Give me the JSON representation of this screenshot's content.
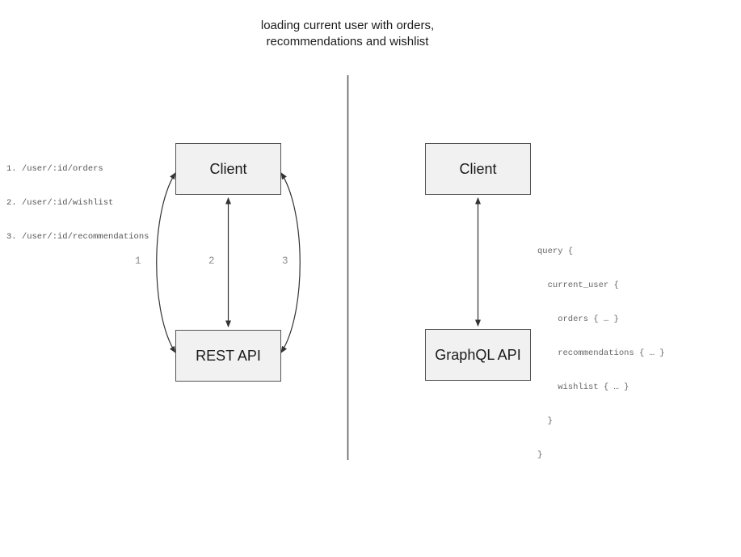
{
  "title": {
    "line1": "loading current user with orders,",
    "line2": "recommendations and wishlist"
  },
  "left_panel": {
    "endpoints": [
      "1. /user/:id/orders",
      "2. /user/:id/wishlist",
      "3. /user/:id/recommendations"
    ],
    "client_label": "Client",
    "api_label": "REST API",
    "arrow_labels": [
      "1",
      "2",
      "3"
    ]
  },
  "right_panel": {
    "client_label": "Client",
    "api_label": "GraphQL API",
    "query_lines": [
      "query {",
      "  current_user {",
      "    orders { … }",
      "    recommendations { … }",
      "    wishlist { … }",
      "  }",
      "}"
    ]
  },
  "colors": {
    "box_fill": "#f1f1f1",
    "box_border": "#545454",
    "arrow_stroke": "#333333",
    "divider_stroke": "#555555",
    "arrow_label_gray": "#8c8c8c",
    "code_gray": "#666666",
    "endpoint_gray": "#555555",
    "title_color": "#1c1c1c",
    "background": "#ffffff"
  }
}
